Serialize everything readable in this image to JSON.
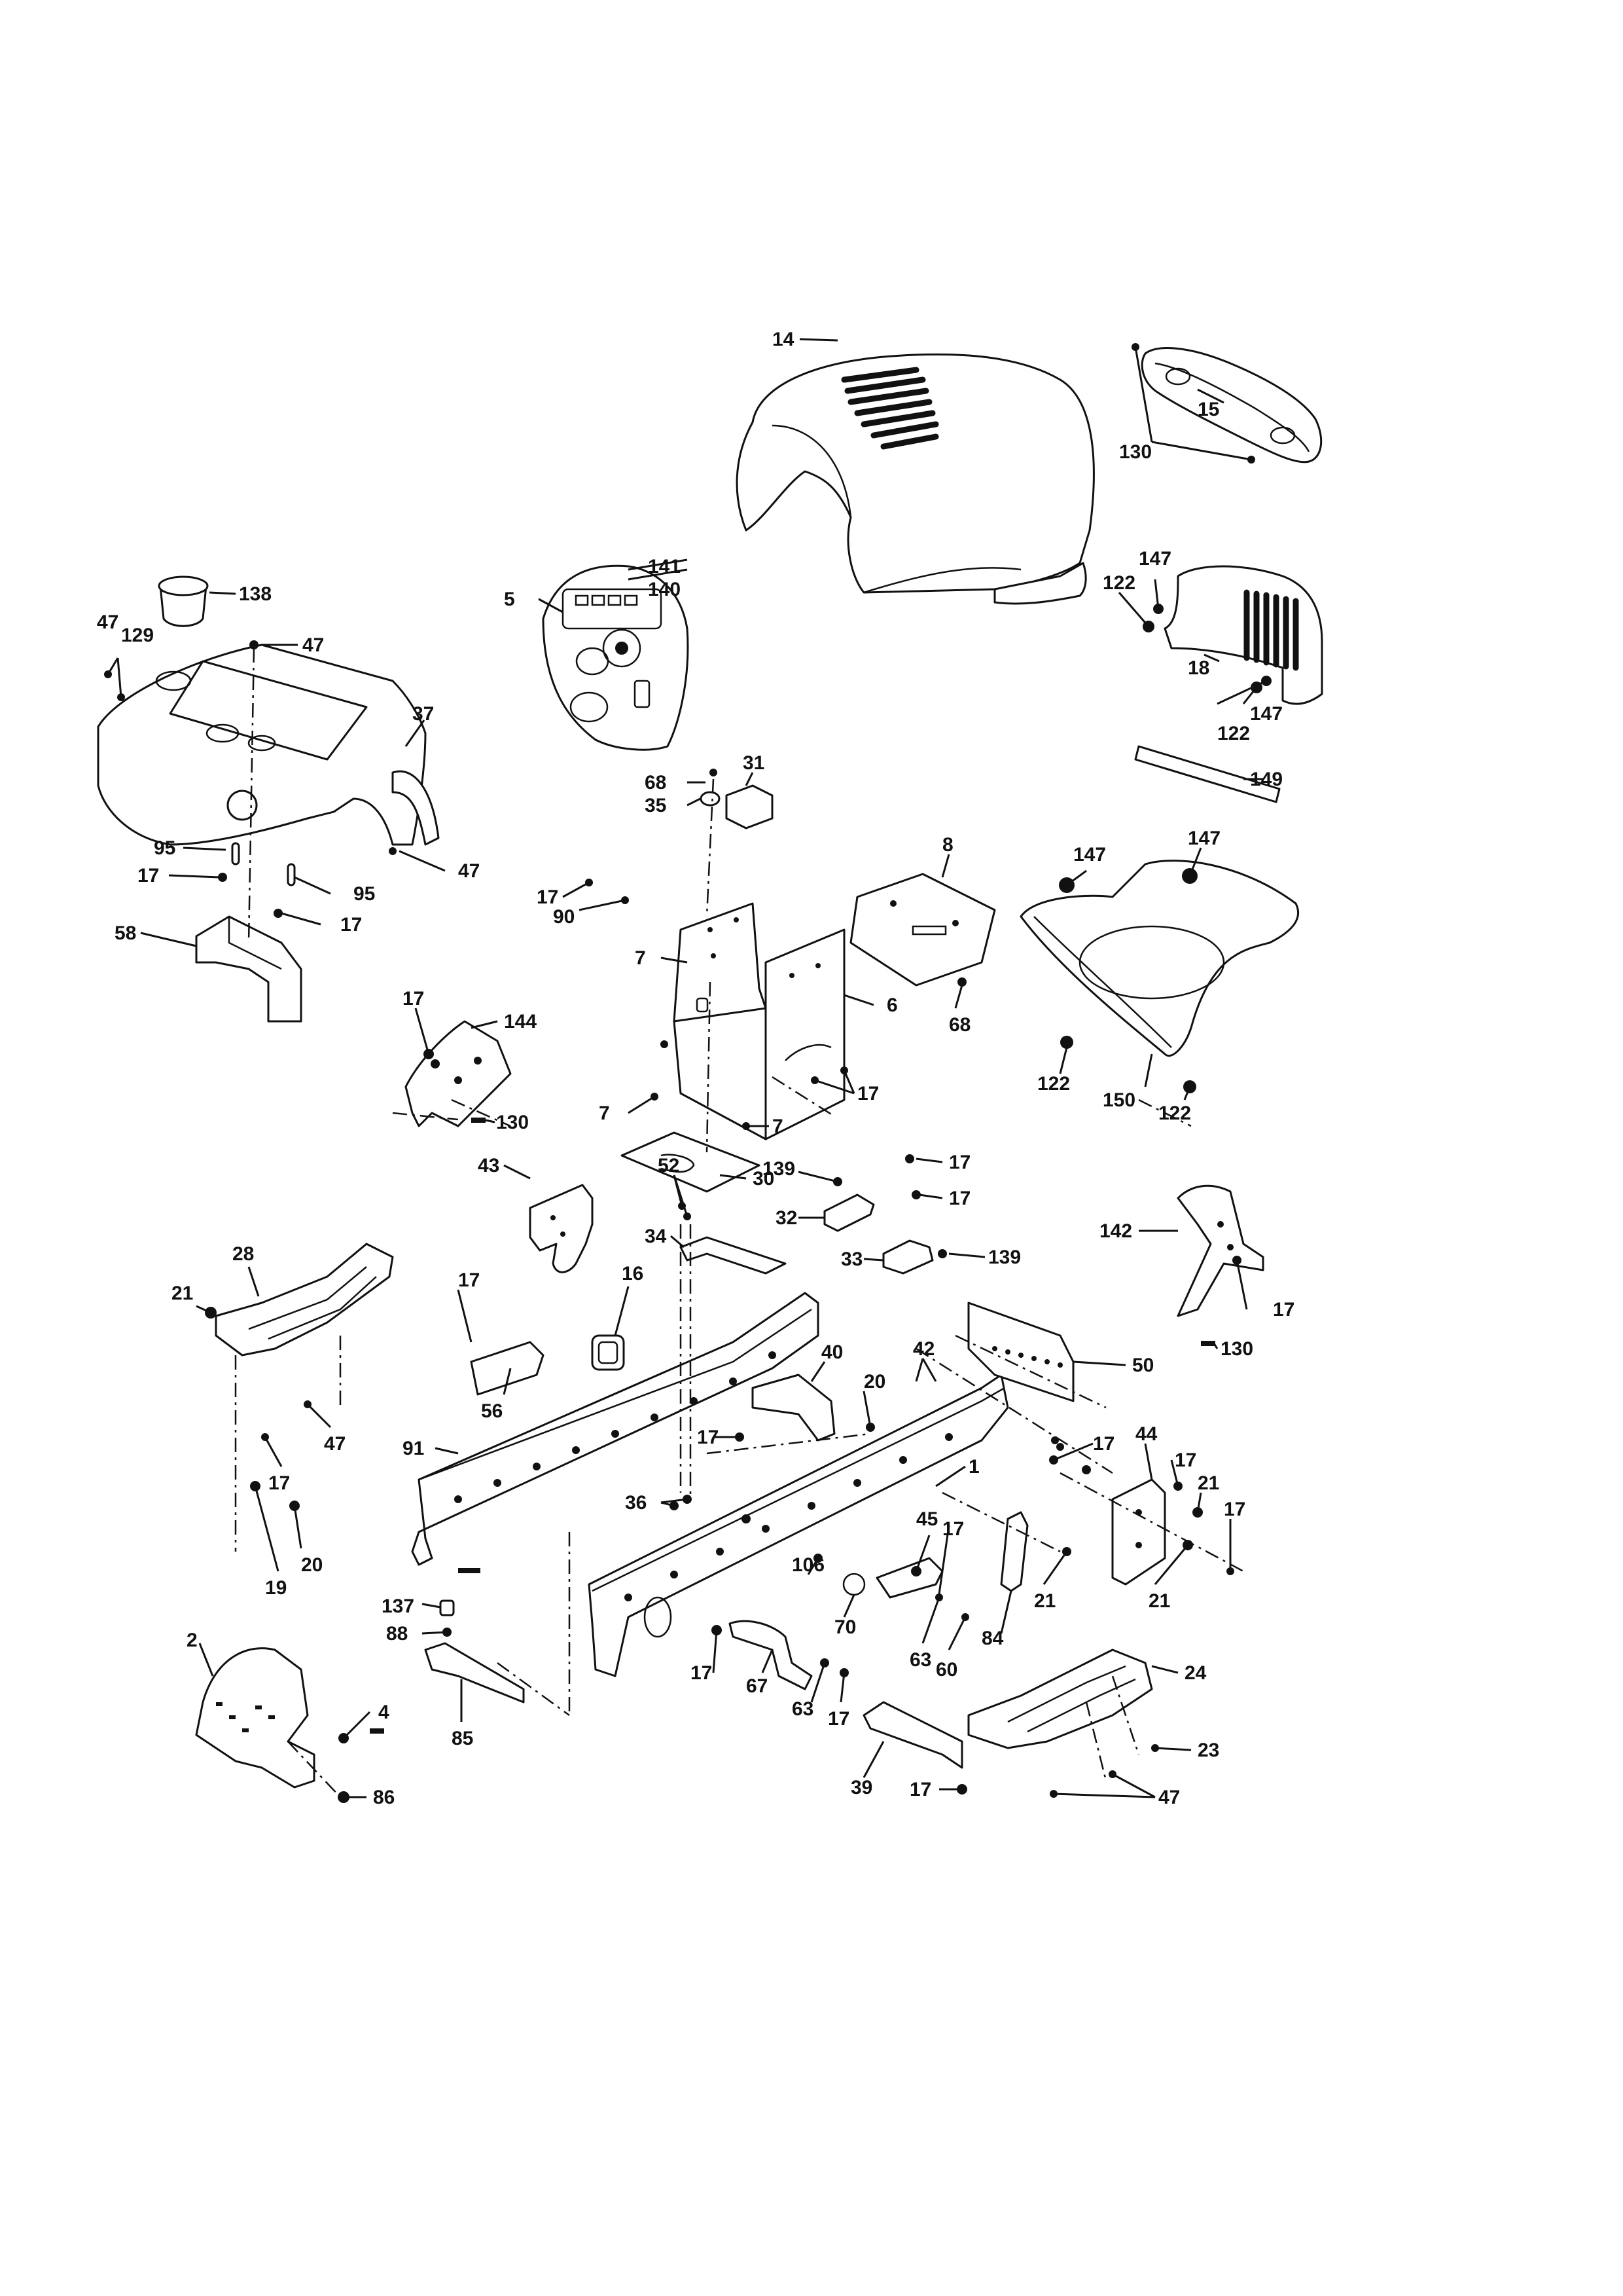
{
  "diagram": {
    "type": "exploded-parts-diagram",
    "callouts": [
      {
        "id": "c14",
        "label": "14"
      },
      {
        "id": "c15",
        "label": "15"
      },
      {
        "id": "c130a",
        "label": "130"
      },
      {
        "id": "c138",
        "label": "138"
      },
      {
        "id": "c141",
        "label": "141"
      },
      {
        "id": "c140",
        "label": "140"
      },
      {
        "id": "c5",
        "label": "5"
      },
      {
        "id": "c47a",
        "label": "47"
      },
      {
        "id": "c129",
        "label": "129"
      },
      {
        "id": "c47b",
        "label": "47"
      },
      {
        "id": "c37",
        "label": "37"
      },
      {
        "id": "c147a",
        "label": "147"
      },
      {
        "id": "c122a",
        "label": "122"
      },
      {
        "id": "c18",
        "label": "18"
      },
      {
        "id": "c122b",
        "label": "122"
      },
      {
        "id": "c147b",
        "label": "147"
      },
      {
        "id": "c149",
        "label": "149"
      },
      {
        "id": "c68a",
        "label": "68"
      },
      {
        "id": "c31",
        "label": "31"
      },
      {
        "id": "c35",
        "label": "35"
      },
      {
        "id": "c95a",
        "label": "95"
      },
      {
        "id": "c47c",
        "label": "47"
      },
      {
        "id": "c17a",
        "label": "17"
      },
      {
        "id": "c95b",
        "label": "95"
      },
      {
        "id": "c17b",
        "label": "17"
      },
      {
        "id": "c58",
        "label": "58"
      },
      {
        "id": "c8",
        "label": "8"
      },
      {
        "id": "c147c",
        "label": "147"
      },
      {
        "id": "c147d",
        "label": "147"
      },
      {
        "id": "c17c",
        "label": "17"
      },
      {
        "id": "c90",
        "label": "90"
      },
      {
        "id": "c7a",
        "label": "7"
      },
      {
        "id": "c68b",
        "label": "68"
      },
      {
        "id": "c6",
        "label": "6"
      },
      {
        "id": "c17d",
        "label": "17"
      },
      {
        "id": "c144",
        "label": "144"
      },
      {
        "id": "c7b",
        "label": "7"
      },
      {
        "id": "c17e",
        "label": "17"
      },
      {
        "id": "c7c",
        "label": "7"
      },
      {
        "id": "c122c",
        "label": "122"
      },
      {
        "id": "c150",
        "label": "150"
      },
      {
        "id": "c122d",
        "label": "122"
      },
      {
        "id": "c130b",
        "label": "130"
      },
      {
        "id": "c30",
        "label": "30"
      },
      {
        "id": "c43",
        "label": "43"
      },
      {
        "id": "c52",
        "label": "52"
      },
      {
        "id": "c139a",
        "label": "139"
      },
      {
        "id": "c17f",
        "label": "17"
      },
      {
        "id": "c32",
        "label": "32"
      },
      {
        "id": "c17g",
        "label": "17"
      },
      {
        "id": "c28",
        "label": "28"
      },
      {
        "id": "c34",
        "label": "34"
      },
      {
        "id": "c33",
        "label": "33"
      },
      {
        "id": "c139b",
        "label": "139"
      },
      {
        "id": "c142",
        "label": "142"
      },
      {
        "id": "c21a",
        "label": "21"
      },
      {
        "id": "c17h",
        "label": "17"
      },
      {
        "id": "c16",
        "label": "16"
      },
      {
        "id": "c17i",
        "label": "17"
      },
      {
        "id": "c130c",
        "label": "130"
      },
      {
        "id": "c42",
        "label": "42"
      },
      {
        "id": "c40",
        "label": "40"
      },
      {
        "id": "c50",
        "label": "50"
      },
      {
        "id": "c20a",
        "label": "20"
      },
      {
        "id": "c56",
        "label": "56"
      },
      {
        "id": "c47d",
        "label": "47"
      },
      {
        "id": "c17j",
        "label": "17"
      },
      {
        "id": "c17k",
        "label": "17"
      },
      {
        "id": "c91",
        "label": "91"
      },
      {
        "id": "c44",
        "label": "44"
      },
      {
        "id": "c17l",
        "label": "17"
      },
      {
        "id": "c1",
        "label": "1"
      },
      {
        "id": "c21b",
        "label": "21"
      },
      {
        "id": "c17m",
        "label": "17"
      },
      {
        "id": "c17n",
        "label": "17"
      },
      {
        "id": "c36",
        "label": "36"
      },
      {
        "id": "c45",
        "label": "45"
      },
      {
        "id": "c17o",
        "label": "17"
      },
      {
        "id": "c20b",
        "label": "20"
      },
      {
        "id": "c19",
        "label": "19"
      },
      {
        "id": "c106",
        "label": "106"
      },
      {
        "id": "c21c",
        "label": "21"
      },
      {
        "id": "c21d",
        "label": "21"
      },
      {
        "id": "c137",
        "label": "137"
      },
      {
        "id": "c70",
        "label": "70"
      },
      {
        "id": "c84",
        "label": "84"
      },
      {
        "id": "c88",
        "label": "88"
      },
      {
        "id": "c63a",
        "label": "63"
      },
      {
        "id": "c60",
        "label": "60"
      },
      {
        "id": "c2",
        "label": "2"
      },
      {
        "id": "c17p",
        "label": "17"
      },
      {
        "id": "c67",
        "label": "67"
      },
      {
        "id": "c24",
        "label": "24"
      },
      {
        "id": "c4",
        "label": "4"
      },
      {
        "id": "c63b",
        "label": "63"
      },
      {
        "id": "c17q",
        "label": "17"
      },
      {
        "id": "c85",
        "label": "85"
      },
      {
        "id": "c23",
        "label": "23"
      },
      {
        "id": "c86",
        "label": "86"
      },
      {
        "id": "c39",
        "label": "39"
      },
      {
        "id": "c17r",
        "label": "17"
      },
      {
        "id": "c47e",
        "label": "47"
      }
    ]
  }
}
